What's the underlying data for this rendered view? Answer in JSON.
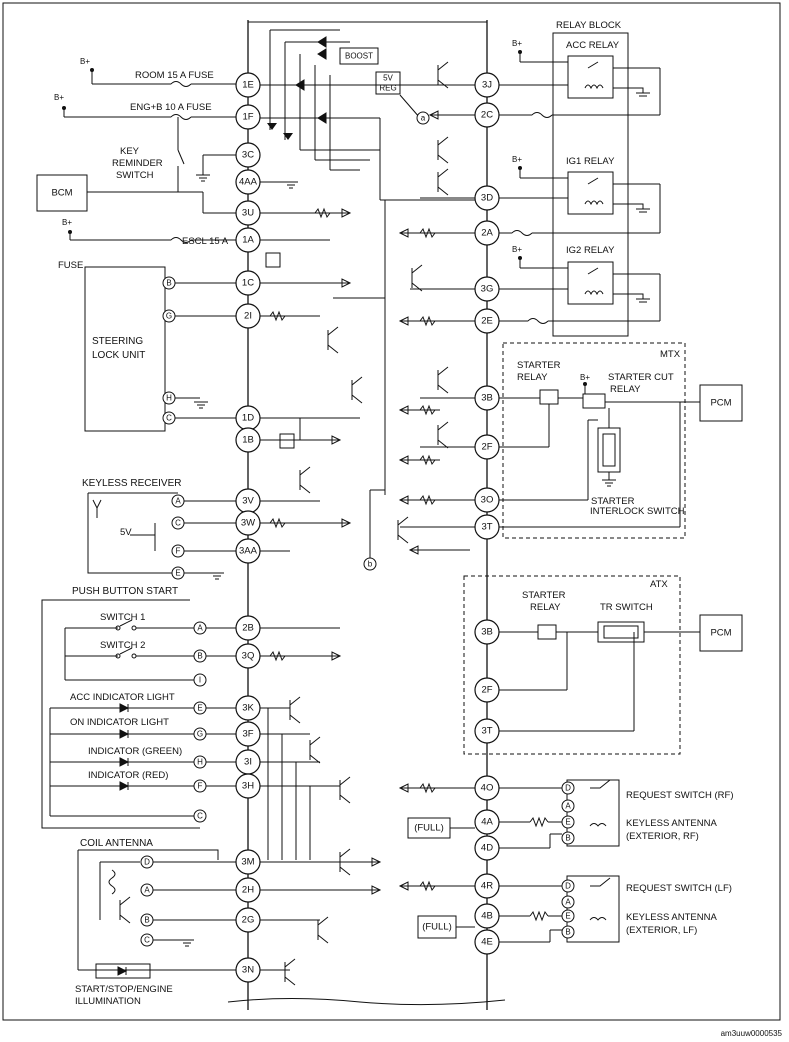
{
  "labels": {
    "relay_block": "RELAY BLOCK",
    "acc_relay": "ACC RELAY",
    "ig1_relay": "IG1 RELAY",
    "ig2_relay": "IG2 RELAY",
    "room_fuse": "ROOM 15 A FUSE",
    "eng_fuse": "ENG+B 10 A FUSE",
    "key_reminder_1": "KEY",
    "key_reminder_2": "REMINDER",
    "key_reminder_3": "SWITCH",
    "bcm": "BCM",
    "escl_fuse_1": "ESCL 15 A",
    "escl_fuse_2": "FUSE",
    "steering_1": "STEERING",
    "steering_2": "LOCK  UNIT",
    "boost": "BOOST",
    "reg_1": "5V",
    "reg_2": "REG",
    "mtx": "MTX",
    "atx": "ATX",
    "starter_relay_1": "STARTER",
    "starter_relay_2": "RELAY",
    "starter_cut_1": "STARTER CUT",
    "starter_cut_2": "RELAY",
    "starter_interlock_1": "STARTER",
    "starter_interlock_2": "INTERLOCK SWITCH",
    "pcm_mtx": "PCM",
    "pcm_atx": "PCM",
    "starter_relay_atx_1": "STARTER",
    "starter_relay_atx_2": "RELAY",
    "tr_switch": "TR SWITCH",
    "keyless_receiver": "KEYLESS RECEIVER",
    "five_v": "5V",
    "push_button_start": "PUSH BUTTON START",
    "switch_1": "SWITCH 1",
    "switch_2": "SWITCH 2",
    "acc_indicator": "ACC INDICATOR LIGHT",
    "on_indicator": "ON INDICATOR LIGHT",
    "indicator_green": "INDICATOR (GREEN)",
    "indicator_red": "INDICATOR (RED)",
    "coil_antenna": "COIL ANTENNA",
    "illum_1": "START/STOP/ENGINE",
    "illum_2": "ILLUMINATION",
    "request_rf": "REQUEST SWITCH (RF)",
    "antenna_rf_1": "KEYLESS ANTENNA",
    "antenna_rf_2": "(EXTERIOR, RF)",
    "request_lf": "REQUEST SWITCH (LF)",
    "antenna_lf_1": "KEYLESS ANTENNA",
    "antenna_lf_2": "(EXTERIOR, LF)",
    "full_1": "(FULL)",
    "full_2": "(FULL)",
    "bplus": "B+",
    "ref_a": "a",
    "ref_b": "b",
    "figure_id": "am3uuw0000535"
  },
  "terminals_left": [
    "1E",
    "1F",
    "3C",
    "4AA",
    "3U",
    "1A",
    "1C",
    "2I",
    "1D",
    "1B",
    "3V",
    "3W",
    "3AA",
    "2B",
    "3Q",
    "3K",
    "3F",
    "3I",
    "3H",
    "3M",
    "2H",
    "2G",
    "3N"
  ],
  "terminals_right": [
    "3J",
    "2C",
    "3D",
    "2A",
    "3G",
    "2E",
    "3B",
    "2F",
    "3O",
    "3T",
    "3B",
    "2F",
    "3T",
    "4O",
    "4A",
    "4D",
    "4R",
    "4B",
    "4E"
  ],
  "pins": {
    "steering": [
      "B",
      "G",
      "H",
      "C"
    ],
    "keyless": [
      "A",
      "C",
      "F",
      "E"
    ],
    "push": [
      "A",
      "B",
      "I",
      "E",
      "G",
      "H",
      "F",
      "C"
    ],
    "coil": [
      "D",
      "A",
      "B",
      "C"
    ],
    "rf": [
      "D",
      "A",
      "E",
      "B"
    ],
    "lf": [
      "D",
      "A",
      "E",
      "B"
    ]
  }
}
